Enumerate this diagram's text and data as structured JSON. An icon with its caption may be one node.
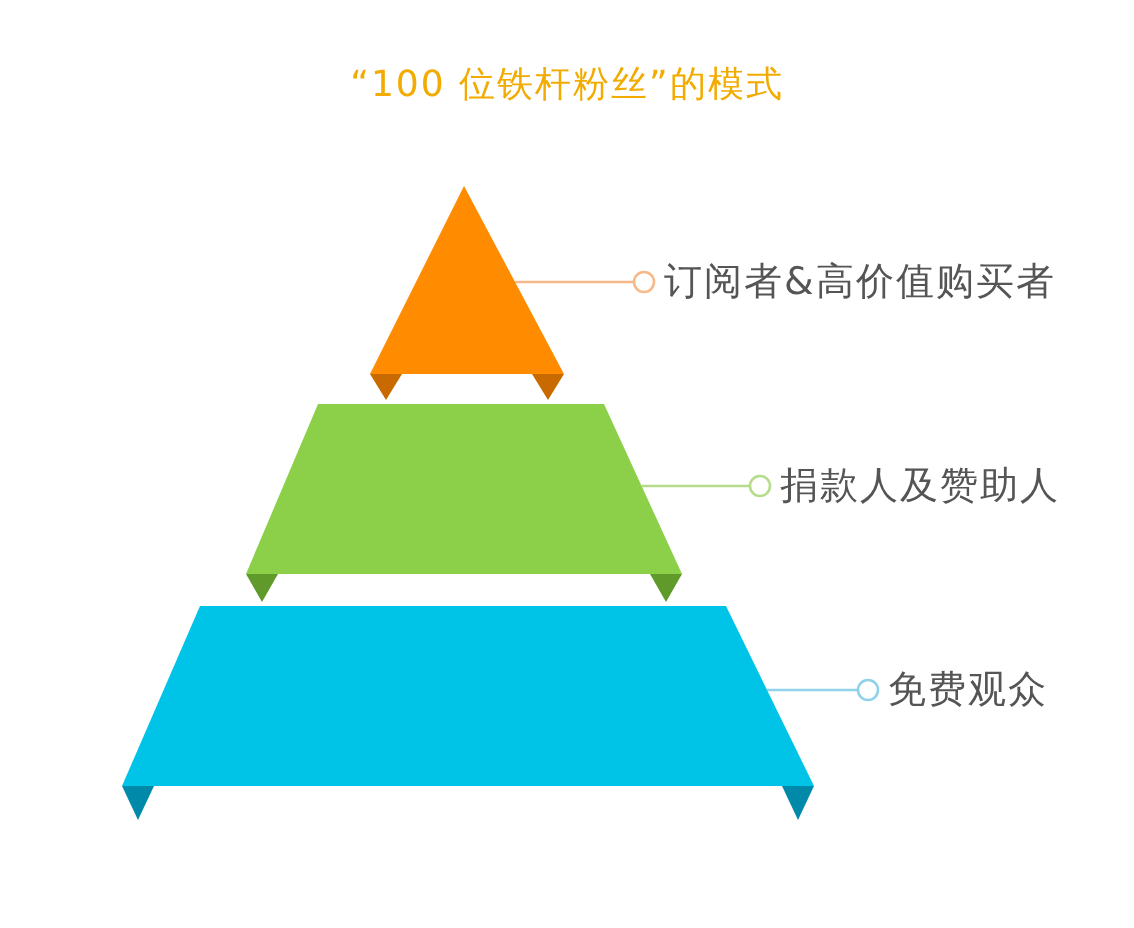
{
  "diagram": {
    "title": "“100 位铁杆粉丝”的模式",
    "nodes": [
      {
        "text": [],
        "shape": "triangle"
      },
      {
        "text": [
          "订阅者&高价值购买者"
        ]
      },
      {
        "text": [],
        "shape": "trapezoid"
      },
      {
        "text": [
          "捐款人及赞助人"
        ]
      },
      {
        "text": [],
        "shape": "trapezoid"
      },
      {
        "text": [
          "免费观众"
        ]
      }
    ],
    "edges": [
      {
        "from": 1,
        "to": 0,
        "arrow": "other",
        "color": "#f7b98a"
      },
      {
        "from": 3,
        "to": 2,
        "arrow": "other",
        "color": "#b5dc8a"
      },
      {
        "from": 5,
        "to": 4,
        "arrow": "other",
        "color": "#8fd2ea"
      }
    ]
  }
}
